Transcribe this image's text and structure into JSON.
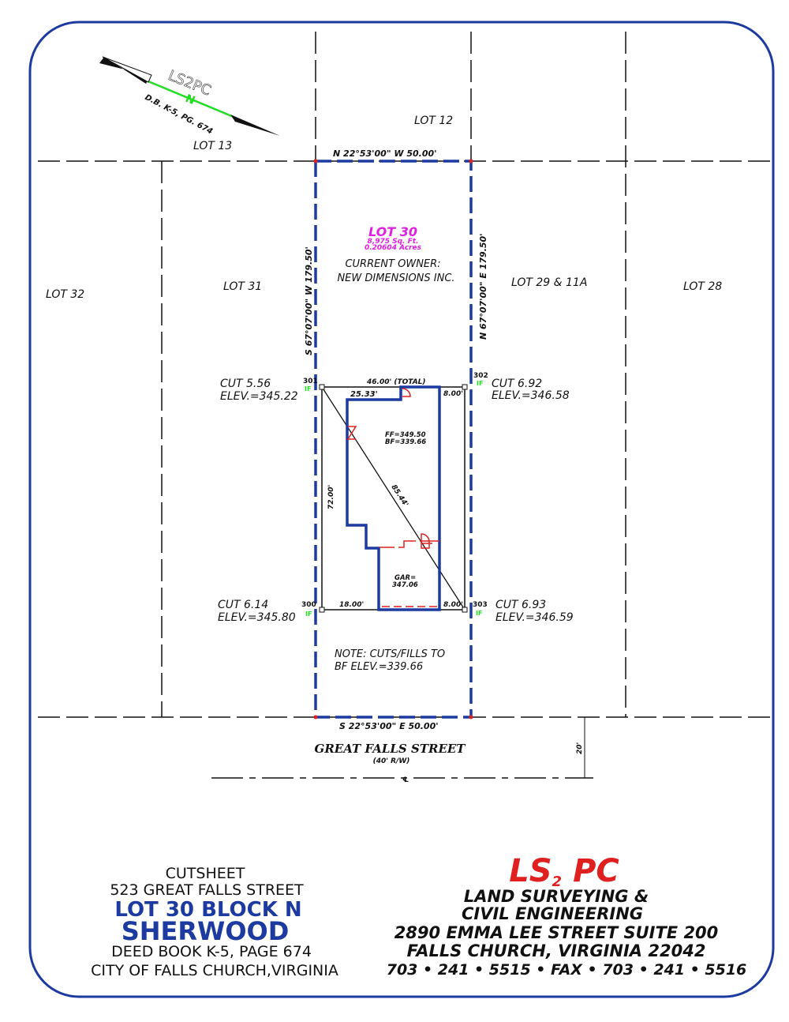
{
  "north_arrow": {
    "company_mark": "LS2PC",
    "north_glyph": "N",
    "deed": "D.B. K-5, PG. 674"
  },
  "lots": {
    "lot13": "LOT 13",
    "lot12": "LOT 12",
    "lot32": "LOT 32",
    "lot31": "LOT 31",
    "lot29": "LOT 29 & 11A",
    "lot28": "LOT 28"
  },
  "lot30": {
    "label": "LOT 30",
    "area_sqft": "8,975 Sq. Ft.",
    "area_acres": "0.20604 Acres",
    "owner_label": "CURRENT OWNER:",
    "owner": "NEW DIMENSIONS INC."
  },
  "bearings": {
    "north": "N 22°53'00\" W   50.00'",
    "south": "S 22°53'00\" E   50.00'",
    "west": "S 67°07'00\" W   179.50'",
    "east": "N 67°07'00\" E   179.50'"
  },
  "house": {
    "total": "46.00' (TOTAL)",
    "front_offset": "25.33'",
    "right_top": "8.00'",
    "right_bottom": "8.00'",
    "left_bottom": "18.00'",
    "depth": "72.00'",
    "diagonal": "85.44'",
    "ff": "FF=349.50",
    "bf": "BF=339.66",
    "gar_label": "GAR=",
    "gar": "347.06"
  },
  "corners": [
    {
      "id": "301",
      "tag": "IF",
      "cut": "CUT 5.56",
      "elev": "ELEV.=345.22"
    },
    {
      "id": "302",
      "tag": "IF",
      "cut": "CUT 6.92",
      "elev": "ELEV.=346.58"
    },
    {
      "id": "300",
      "tag": "IF",
      "cut": "CUT 6.14",
      "elev": "ELEV.=345.80"
    },
    {
      "id": "303",
      "tag": "IF",
      "cut": "CUT 6.93",
      "elev": "ELEV.=346.59"
    }
  ],
  "note": {
    "line1": "NOTE: CUTS/FILLS TO",
    "line2": "BF ELEV.=339.66"
  },
  "street": {
    "name": "GREAT FALLS STREET",
    "rw": "(40' R/W)",
    "offset": "20'",
    "centerline": "℄"
  },
  "title_block": {
    "type": "CUTSHEET",
    "address": "523 GREAT FALLS STREET",
    "lot": "LOT 30 BLOCK N",
    "subdivision": "SHERWOOD",
    "deed": "DEED BOOK K-5, PAGE 674",
    "city": "CITY OF FALLS CHURCH,VIRGINIA"
  },
  "company": {
    "logo_ls": "LS",
    "logo_sub": "2",
    "logo_pc": "PC",
    "line1": "LAND SURVEYING &",
    "line2": "CIVIL ENGINEERING",
    "address": "2890 EMMA LEE STREET  SUITE 200",
    "city": "FALLS CHURCH, VIRGINIA 22042",
    "phone": "703 • 241 • 5515 • FAX • 703 • 241 • 5516"
  },
  "colors": {
    "border": "#1c3aa0",
    "lot_line": "#1c3aa0",
    "magenta": "#e020e0",
    "red": "#e02020",
    "green": "#22dd22",
    "title_blue": "#1c3aa0"
  }
}
